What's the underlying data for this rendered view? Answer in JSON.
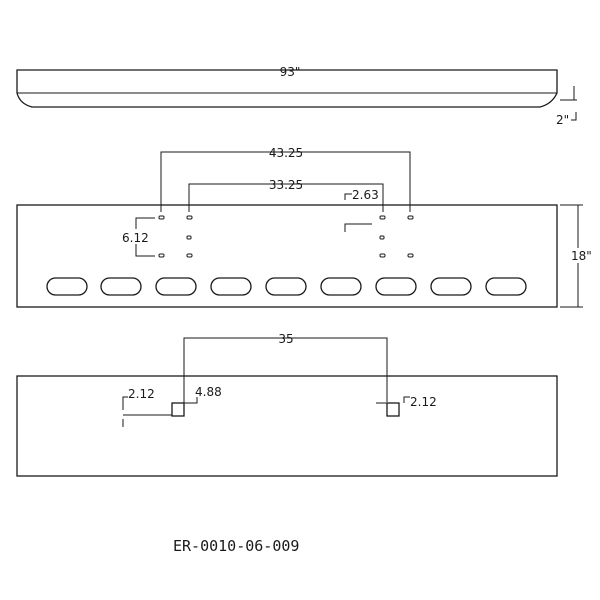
{
  "drawing": {
    "top_view": {
      "length": "93\"",
      "height": "2\""
    },
    "front_view": {
      "span_outer": "43.25",
      "span_inner": "33.25",
      "offset": "2.63",
      "hole_spacing": "6.12",
      "plate_height": "18\""
    },
    "back_view": {
      "span": "35",
      "left_offset": "2.12",
      "vertical": "4.88",
      "right_offset": "2.12"
    },
    "part_number": "ER-0010-06-009"
  }
}
